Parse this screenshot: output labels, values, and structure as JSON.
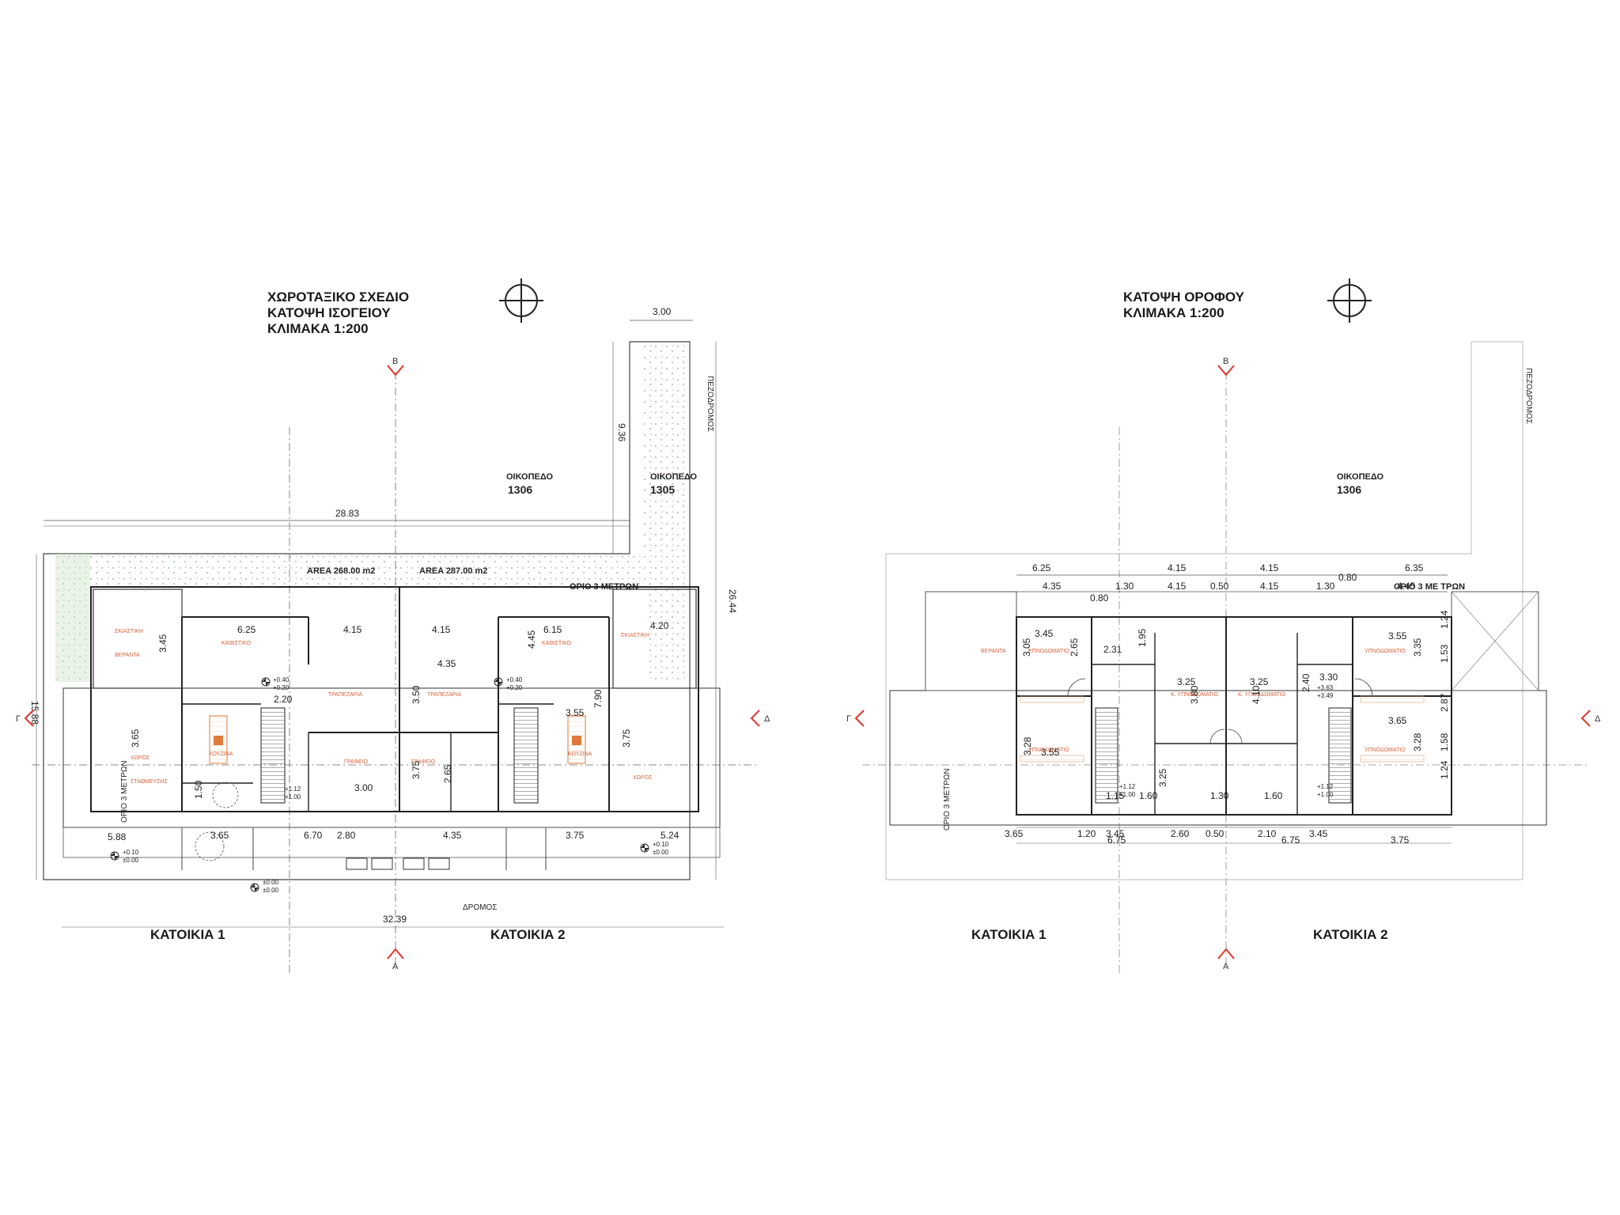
{
  "ground_floor": {
    "title_line1": "ΧΩΡΟΤΑΞΙΚΟ ΣΧΕΔΙΟ",
    "title_line2": "ΚΑΤΟΨΗ ΙΣΟΓΕΙΟΥ",
    "scale": "ΚΛΙΜΑΚΑ 1:200",
    "house1_label": "ΚΑΤΟΙΚΙΑ 1",
    "house2_label": "ΚΑΤΟΙΚΙΑ 2",
    "plot_label": "ΟΙΚΟΠΕΔΟ",
    "plot_main_number": "1306",
    "plot_adjacent_number": "1305",
    "area_1": "AREA 268.00 m2",
    "area_2": "AREA 287.00 m2",
    "setback_label": "ΟΡΙΟ 3 ΜΕΤΡΩΝ",
    "setback_label_vertical": "ΟΡΙΟ 3 ΜΕΤΡΩΝ",
    "road_label": "ΔΡΟΜΟΣ",
    "footpath_label": "ΠΕΖΟΔΡΟΜΟΣ",
    "dims": {
      "top_width": "3.00",
      "plot_top": "28.83",
      "plot_side": "9.36",
      "plot_depth": "26.44",
      "plot_left": "15.88",
      "road_total": "32.39",
      "d625": "6.25",
      "d415a": "4.15",
      "d415b": "4.15",
      "d615": "6.15",
      "d435": "4.35",
      "d445": "4.45",
      "d220": "2.20",
      "d350": "3.50",
      "d375a": "3.75",
      "d265": "2.65",
      "d300": "3.00",
      "d345": "3.45",
      "d365": "3.65",
      "d150": "1.50",
      "d790": "7.90",
      "d355": "3.55",
      "d588": "5.88",
      "d365b": "3.65",
      "d370": "6.70",
      "d280": "2.80",
      "d435b": "4.35",
      "d375b": "3.75",
      "d524": "5.24",
      "d420": "4.20",
      "d375c": "3.75"
    },
    "levels": {
      "l1": "+0.40",
      "l1b": "+0.20",
      "l2": "+0.40",
      "l2b": "+0.20",
      "l3": "+1.12",
      "l3b": "+1.00",
      "l4": "+0.10",
      "l4b": "±0.00",
      "l5": "±0.00",
      "l5b": "±0.00",
      "l6": "+0.10",
      "l6b": "±0.00"
    },
    "sections": {
      "top": "B",
      "bottom": "A",
      "left": "Γ",
      "right": "Δ"
    }
  },
  "upper_floor": {
    "title_line1": "ΚΑΤΟΨΗ ΟΡΟΦΟΥ",
    "scale": "ΚΛΙΜΑΚΑ 1:200",
    "house1_label": "ΚΑΤΟΙΚΙΑ 1",
    "house2_label": "ΚΑΤΟΙΚΙΑ 2",
    "plot_label": "ΟΙΚΟΠΕΔΟ",
    "plot_number": "1306",
    "setback_label": "ΟΡΙΟ 3 ΜΕ ΤΡΩΝ",
    "setback_label_vertical": "ΟΡΙΟ 3 ΜΕΤΡΩΝ",
    "footpath_label": "ΠΕΖΟΔΡΟΜΟΣ",
    "dims": {
      "t625": "6.25",
      "t415a": "4.15",
      "t415b": "4.15",
      "t635": "6.35",
      "u435": "4.35",
      "u080": "0.80",
      "u130": "1.30",
      "u415": "4.15",
      "u050": "0.50",
      "u415b": "4.15",
      "u130b": "1.30",
      "u080b": "0.80",
      "u445": "4.45",
      "r345": "3.45",
      "r305": "3.05",
      "r265": "2.65",
      "r231": "2.31",
      "r195": "1.95",
      "r325": "3.25",
      "r380": "3.80",
      "r325b": "3.25",
      "r410": "4.10",
      "r240": "2.40",
      "r330": "3.30",
      "r355": "3.55",
      "r335": "3.35",
      "r124": "1.24",
      "r153": "1.53",
      "r365": "3.65",
      "r328": "3.28",
      "r328b": "3.28",
      "r355b": "3.55",
      "r287": "2.87",
      "r158": "1.58",
      "r124b": "1.24",
      "b365": "3.65",
      "b120": "1.20",
      "b345": "3.45",
      "b260": "2.60",
      "b050": "0.50",
      "b210": "2.10",
      "b345b": "3.45",
      "b375": "3.75",
      "b675a": "6.75",
      "b675b": "6.75",
      "s115": "1.15",
      "s160": "1.60",
      "s130": "1.30",
      "s160b": "1.60"
    },
    "levels": {
      "u1": "+3.63",
      "u1b": "+3.49",
      "u2": "+1.12",
      "u2b": "+1.00",
      "u3": "+1.12",
      "u3b": "+1.00"
    },
    "sections": {
      "top": "B",
      "bottom": "A",
      "left": "Γ",
      "right": "Δ"
    }
  }
}
